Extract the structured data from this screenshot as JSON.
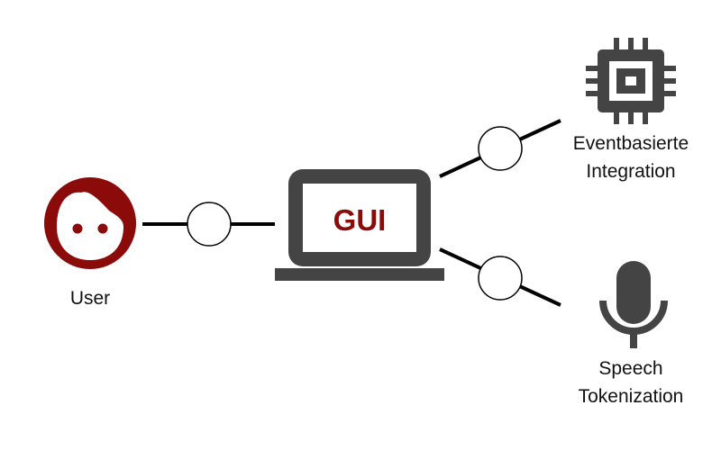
{
  "colors": {
    "accent": "#8b0a0a",
    "icon_dark": "#444444",
    "line": "#000000",
    "background": "#ffffff"
  },
  "nodes": {
    "user": {
      "icon": "user-face-icon",
      "label": "User"
    },
    "gui": {
      "icon": "laptop-icon",
      "label": "GUI"
    },
    "event_integration": {
      "icon": "processor-chip-icon",
      "label_line1": "Eventbasierte",
      "label_line2": "Integration"
    },
    "speech_tokenization": {
      "icon": "microphone-icon",
      "label_line1": "Speech",
      "label_line2": "Tokenization"
    }
  },
  "connectors": [
    {
      "from": "user",
      "to": "gui",
      "symbol": "interface-circle"
    },
    {
      "from": "gui",
      "to": "event_integration",
      "symbol": "interface-circle"
    },
    {
      "from": "gui",
      "to": "speech_tokenization",
      "symbol": "interface-circle"
    }
  ]
}
